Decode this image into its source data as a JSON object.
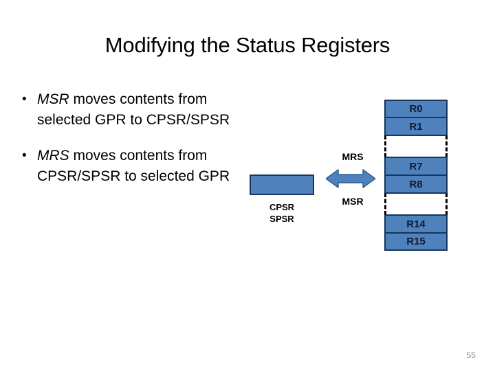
{
  "slide": {
    "title": "Modifying the Status Registers",
    "page_number": "55"
  },
  "bullets": [
    {
      "marker": "•",
      "term": "MSR",
      "rest": " moves contents from selected GPR  to CPSR/SPSR"
    },
    {
      "marker": "•",
      "term": "MRS",
      "rest": " moves contents from CPSR/SPSR  to selected GPR"
    }
  ],
  "diagram": {
    "cpsr_label_line1": "CPSR",
    "cpsr_label_line2": "SPSR",
    "arrow_top_label": "MRS",
    "arrow_bottom_label": "MSR",
    "register_fill_color": "#4F81BD",
    "register_border_color": "#16365C",
    "registers": [
      {
        "label": "R0",
        "type": "box"
      },
      {
        "label": "R1",
        "type": "box"
      },
      {
        "label": "",
        "type": "gap"
      },
      {
        "label": "R7",
        "type": "box"
      },
      {
        "label": "R8",
        "type": "box"
      },
      {
        "label": "",
        "type": "gap"
      },
      {
        "label": "R14",
        "type": "box"
      },
      {
        "label": "R15",
        "type": "box"
      }
    ]
  }
}
